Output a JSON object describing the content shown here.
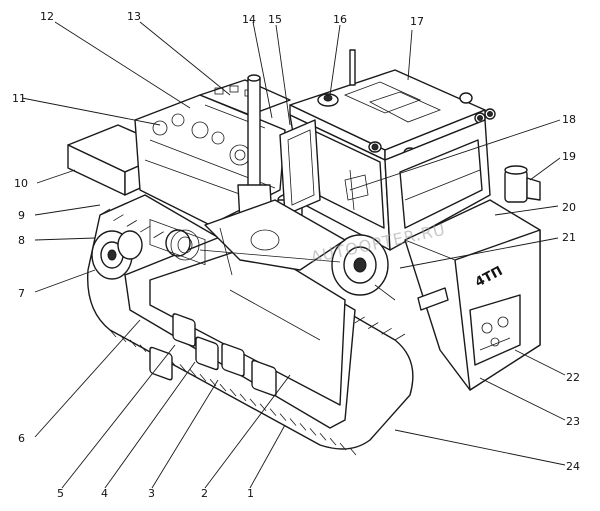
{
  "callouts": [
    "1",
    "2",
    "3",
    "4",
    "5",
    "6",
    "7",
    "8",
    "9",
    "10",
    "11",
    "12",
    "13",
    "14",
    "15",
    "16",
    "17",
    "18",
    "19",
    "20",
    "21",
    "22",
    "23",
    "24"
  ],
  "model_plate": "4ТП",
  "watermark": "AUTOOPTER.RU",
  "colors": {
    "ink": "#1a1a1a",
    "paper": "#ffffff",
    "watermark": "#9a9a9a"
  }
}
